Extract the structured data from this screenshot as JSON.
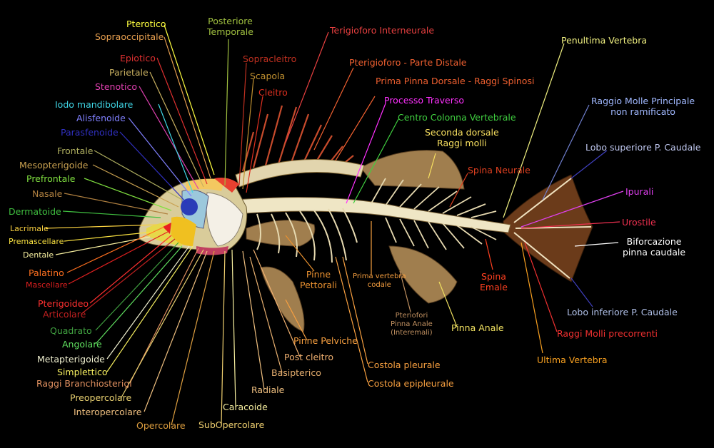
{
  "colors": {
    "background": "#000000",
    "bone": "#efe6c5",
    "fin": "#a07e4e",
    "red": "#c0392b"
  },
  "labels": {
    "pterotico": "Pterotico",
    "sopraoccipitale": "Sopraoccipitale",
    "epiotico": "Epiotico",
    "parietale": "Parietale",
    "stenotico": "Stenotico",
    "iodo_mandibolare": "Iodo mandibolare",
    "alisfenoide": "Alisfenoide",
    "parasfenoide": "Parasfenoide",
    "frontale": "Frontale",
    "mesopterigoide": "Mesopterigoide",
    "prefrontale": "Prefrontale",
    "nasale": "Nasale",
    "dermatoide": "Dermatoide",
    "lacrimale": "Lacrimale",
    "premascellare": "Premascellare",
    "dentale": "Dentale",
    "palatino": "Palatino",
    "mascellare": "Mascellare",
    "pterigoideo": "Pterigoideo",
    "articolare": "Articolare",
    "quadrato": "Quadrato",
    "angolare": "Angolare",
    "metapterigoide": "Metapterigoide",
    "simplettico": "Simplettico",
    "raggi_branchiosterigi": "Raggi Branchiosterigi",
    "preopercolare": "Preopercolare",
    "interopercolare": "Interopercolare",
    "opercolare": "Opercolare",
    "subopercolare": "SubOpercolare",
    "caracoide": "Caracoide",
    "radiale": "Radiale",
    "basipterico": "Basipterico",
    "post_cleitro": "Post cleitro",
    "pinne_pelviche": "Pinne Pelviche",
    "pinne_pettorali": "Pinne\nPettorali",
    "posteriore_temporale": "Posteriore\nTemporale",
    "sopracleitro": "Sopracleitro",
    "scapola": "Scapola",
    "cleitro": "Cleitro",
    "terigioforo_interneurale": "Terigioforo Interneurale",
    "pterigioforo_parte_distale": "Pterigioforo - Parte Distale",
    "prima_pinna_dorsale": "Prima Pinna Dorsale - Raggi Spinosi",
    "processo_traverso": "Processo Traverso",
    "centro_colonna": "Centro Colonna Vertebrale",
    "seconda_dorsale": "Seconda dorsale\nRaggi molli",
    "spina_neurale": "Spina Neurale",
    "prima_vertebra_codale": "Prima vertebra\ncodale",
    "pterioforo_pinna_anale": "Pteriofori\nPinna Anale\n(Interemali)",
    "pinna_anale": "Pinna Anale",
    "spina_emale": "Spina\nEmale",
    "costola_pleurale": "Costola pleurale",
    "costola_epipleurale": "Costola epipleurale",
    "penultima_vertebra": "Penultima Vertebra",
    "raggio_molle_principale": "Raggio Molle Principale\nnon ramificato",
    "lobo_superiore": "Lobo superiore P. Caudale",
    "ipurali": "Ipurali",
    "urostile": "Urostile",
    "biforcazione": "Biforcazione\npinna caudale",
    "lobo_inferiore": "Lobo inferiore P. Caudale",
    "raggi_molli_precorrenti": "Raggi Molli precorrenti",
    "ultima_vertebra": "Ultima Vertebra"
  }
}
